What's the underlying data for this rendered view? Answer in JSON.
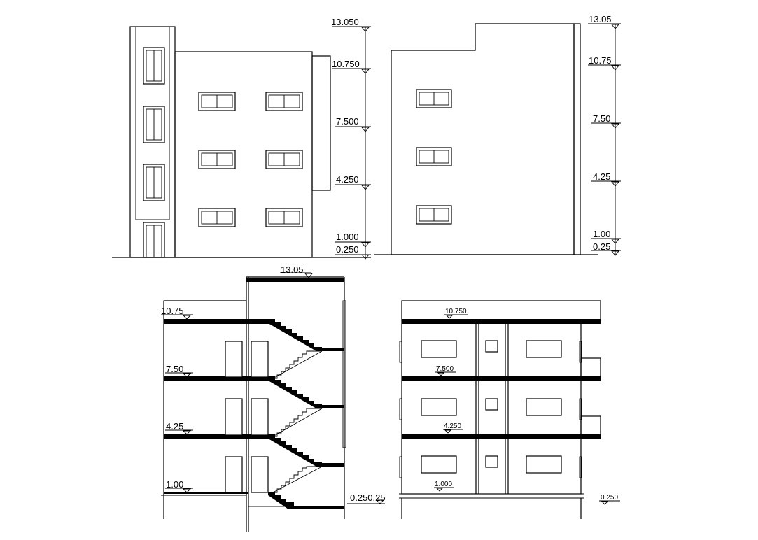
{
  "front_elevation": {
    "levels": [
      "13.050",
      "10.750",
      "7.500",
      "4.250",
      "1.000",
      "0.250"
    ]
  },
  "side_elevation": {
    "levels": [
      "13.05",
      "10.75",
      "7.50",
      "4.25",
      "1.00",
      "0.25"
    ]
  },
  "section_stair": {
    "top_level": "13.05",
    "floor_levels": [
      "10.75",
      "7.50",
      "4.25",
      "1.00"
    ],
    "ground_level": "0.250.25"
  },
  "section_rooms": {
    "floor_levels": [
      "10.750",
      "7.500",
      "4.250",
      "1.000"
    ],
    "ground_level": "0.250"
  }
}
